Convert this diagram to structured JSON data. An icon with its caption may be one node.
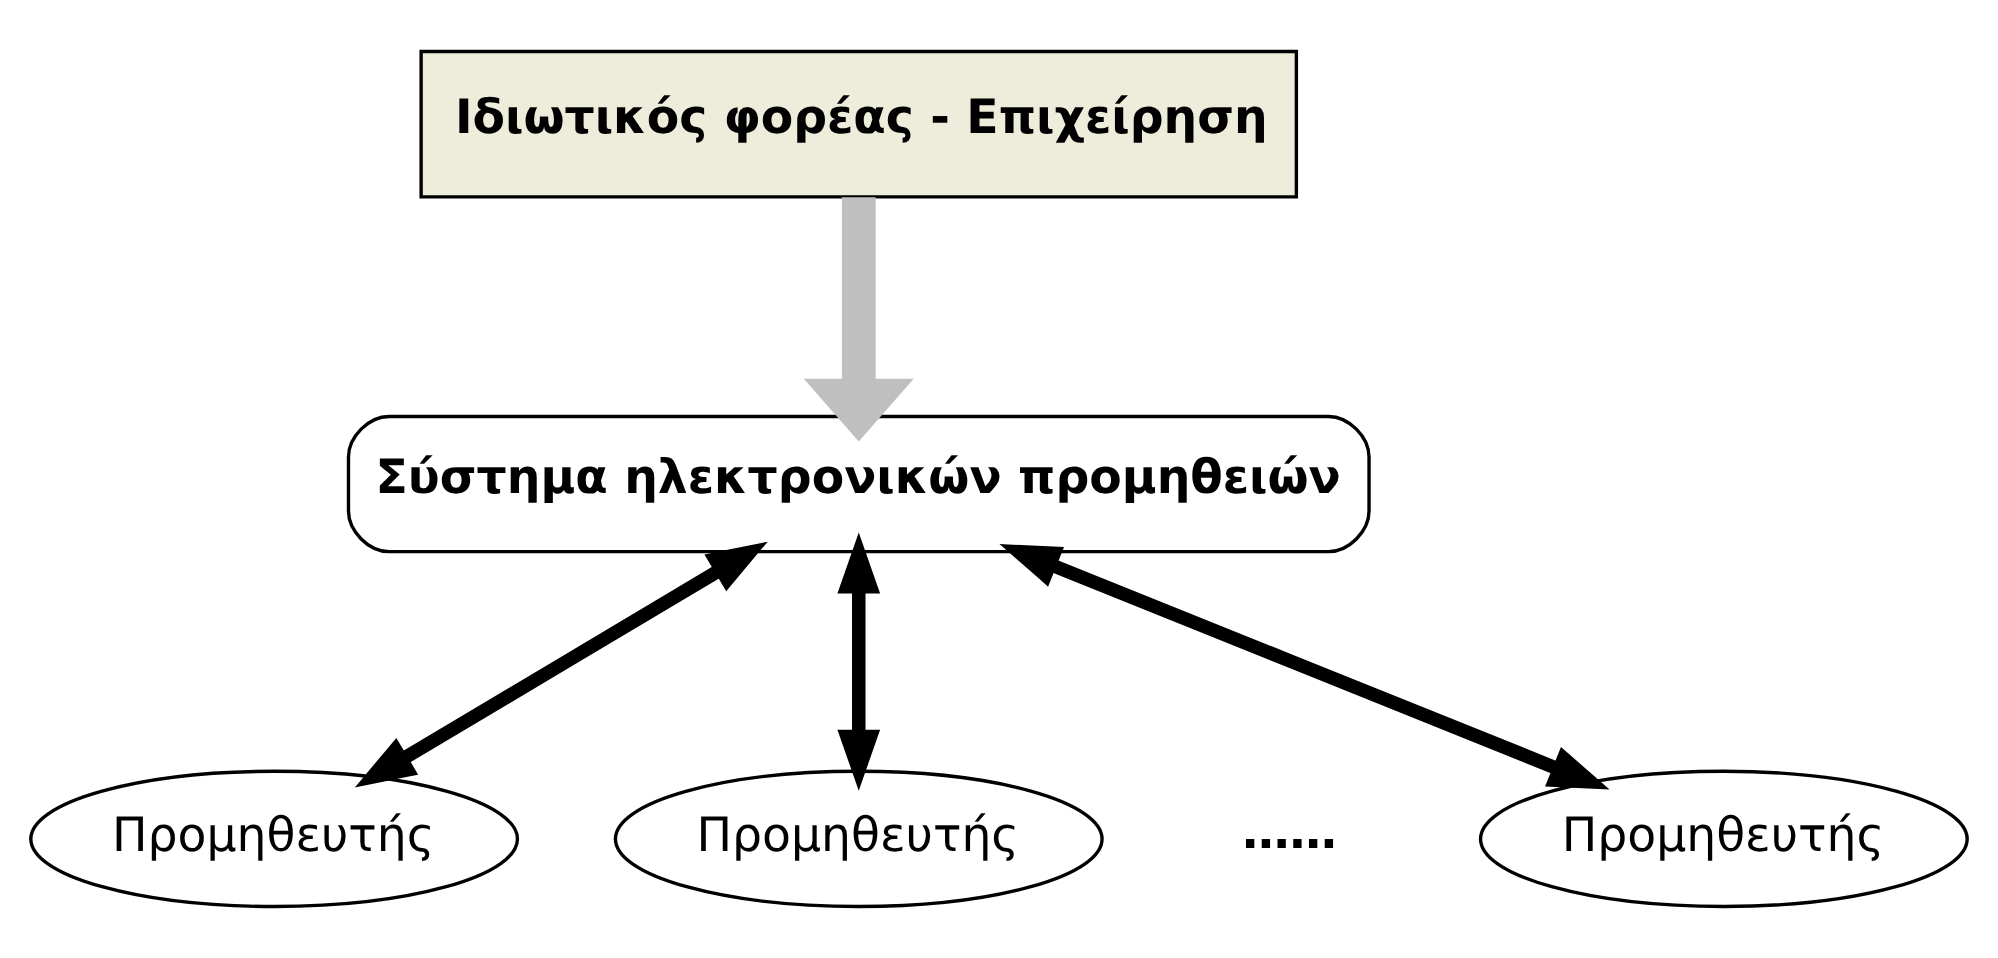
{
  "diagram": {
    "nodes": [
      {
        "text": [
          "Ιδιωτικός φορέας - Επιχείρηση"
        ]
      },
      {
        "text": [
          "Σύστημα ηλεκτρονικών προμηθειών"
        ]
      },
      {
        "text": [
          "Προμηθευτής"
        ]
      },
      {
        "text": [
          "Προμηθευτής"
        ]
      },
      {
        "text": [
          "Προμηθευτής"
        ]
      }
    ],
    "edges": [
      {
        "from": 0,
        "to": 1,
        "arrow": "to",
        "style": "thick",
        "color": "#bfbfbf"
      },
      {
        "from": 1,
        "to": 2,
        "arrow": "both"
      },
      {
        "from": 1,
        "to": 3,
        "arrow": "both"
      },
      {
        "from": 1,
        "to": 4,
        "arrow": "both"
      }
    ],
    "labels": [
      "……"
    ]
  }
}
